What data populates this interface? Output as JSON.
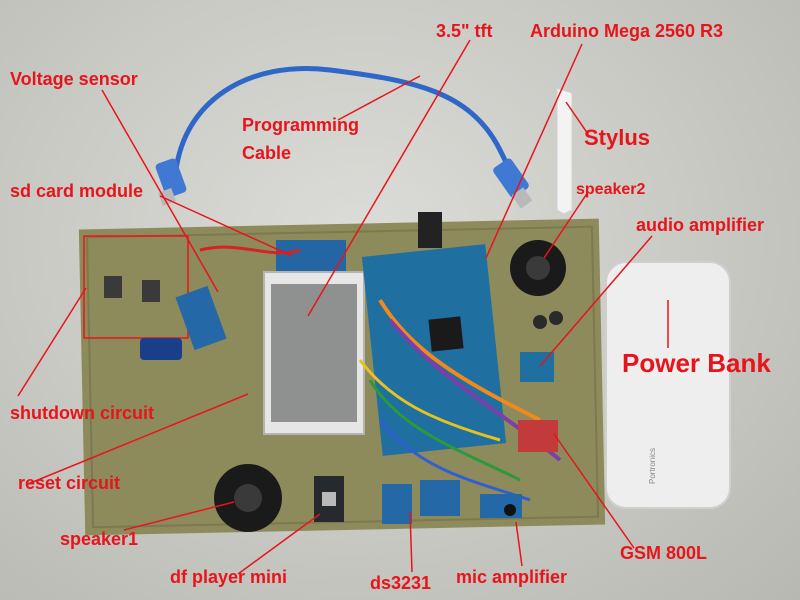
{
  "labels": {
    "voltage_sensor": "Voltage sensor",
    "programming_cable": "Programming",
    "programming_cable_2": "Cable",
    "tft": "3.5\" tft",
    "arduino": "Arduino Mega 2560 R3",
    "stylus": "Stylus",
    "sd_card": "sd card module",
    "speaker2": "speaker2",
    "audio_amplifier": "audio amplifier",
    "power_bank": "Power Bank",
    "shutdown_circuit": "shutdown circuit",
    "reset_circuit": "reset circuit",
    "speaker1": "speaker1",
    "df_player": "df player mini",
    "ds3231": "ds3231",
    "mic_amplifier": "mic amplifier",
    "gsm": "GSM 800L"
  },
  "power_bank_brand": "Portronics",
  "colors": {
    "label": "#e8141b",
    "perfboard": "#8d8a5b",
    "cable": "#2f67c8",
    "arduino_pcb": "#1f6fa0",
    "power_bank": "#eeeeee"
  }
}
